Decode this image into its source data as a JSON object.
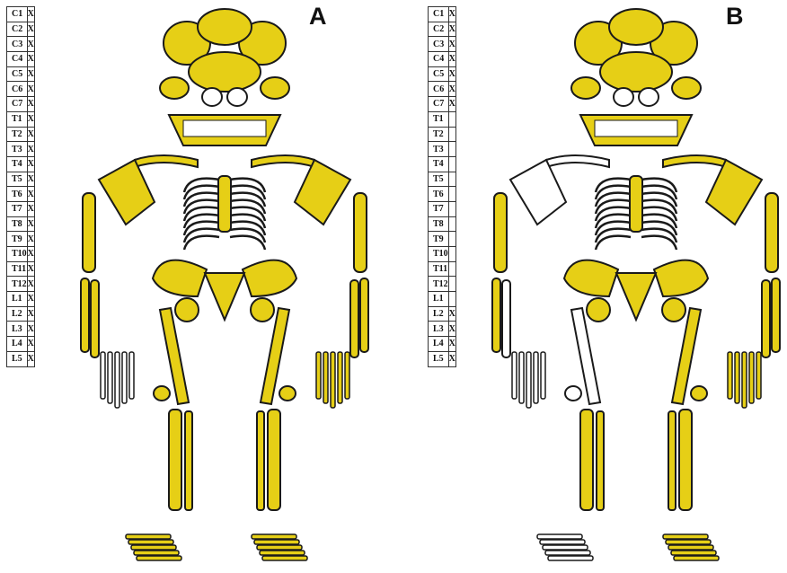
{
  "colors": {
    "present": "#e6cf16",
    "absent": "#ffffff",
    "outline": "#1a1a1a"
  },
  "panels": [
    {
      "label": "A",
      "vertebrae": [
        {
          "level": "C1",
          "mark": "X"
        },
        {
          "level": "C2",
          "mark": "X"
        },
        {
          "level": "C3",
          "mark": "X"
        },
        {
          "level": "C4",
          "mark": "X"
        },
        {
          "level": "C5",
          "mark": "X"
        },
        {
          "level": "C6",
          "mark": "X"
        },
        {
          "level": "C7",
          "mark": "X"
        },
        {
          "level": "T1",
          "mark": "X"
        },
        {
          "level": "T2",
          "mark": "X"
        },
        {
          "level": "T3",
          "mark": "X"
        },
        {
          "level": "T4",
          "mark": "X"
        },
        {
          "level": "T5",
          "mark": "X"
        },
        {
          "level": "T6",
          "mark": "X"
        },
        {
          "level": "T7",
          "mark": "X"
        },
        {
          "level": "T8",
          "mark": "X"
        },
        {
          "level": "T9",
          "mark": "X"
        },
        {
          "level": "T10",
          "mark": "X"
        },
        {
          "level": "T11",
          "mark": "X"
        },
        {
          "level": "T12",
          "mark": "X"
        },
        {
          "level": "L1",
          "mark": "X"
        },
        {
          "level": "L2",
          "mark": "X"
        },
        {
          "level": "L3",
          "mark": "X"
        },
        {
          "level": "L4",
          "mark": "X"
        },
        {
          "level": "L5",
          "mark": "X"
        }
      ],
      "bones": {
        "skull": "present",
        "mandible": "present",
        "clavicle_left": "present",
        "clavicle_right": "present",
        "scapula_left": "present",
        "scapula_right": "present",
        "sternum": "present",
        "ribs": "absent",
        "humerus_left": "present",
        "humerus_right": "present",
        "radius_left": "present",
        "ulna_left": "present",
        "radius_right": "present",
        "ulna_right": "present",
        "ilium_left": "present",
        "ilium_right": "present",
        "ischium_left": "present",
        "ischium_right": "present",
        "sacrum": "present",
        "femur_left": "present",
        "femur_right": "present",
        "patella_left": "present",
        "patella_right": "present",
        "tibia_left": "present",
        "tibia_right": "present",
        "fibula_left": "present",
        "fibula_right": "present",
        "hand_left": "absent",
        "hand_right": "partial",
        "foot_left": "partial",
        "foot_right": "partial"
      }
    },
    {
      "label": "B",
      "vertebrae": [
        {
          "level": "C1",
          "mark": "X"
        },
        {
          "level": "C2",
          "mark": "X"
        },
        {
          "level": "C3",
          "mark": "X"
        },
        {
          "level": "C4",
          "mark": "X"
        },
        {
          "level": "C5",
          "mark": "X"
        },
        {
          "level": "C6",
          "mark": "X"
        },
        {
          "level": "C7",
          "mark": "X"
        },
        {
          "level": "T1",
          "mark": ""
        },
        {
          "level": "T2",
          "mark": ""
        },
        {
          "level": "T3",
          "mark": ""
        },
        {
          "level": "T4",
          "mark": ""
        },
        {
          "level": "T5",
          "mark": ""
        },
        {
          "level": "T6",
          "mark": ""
        },
        {
          "level": "T7",
          "mark": ""
        },
        {
          "level": "T8",
          "mark": ""
        },
        {
          "level": "T9",
          "mark": ""
        },
        {
          "level": "T10",
          "mark": ""
        },
        {
          "level": "T11",
          "mark": ""
        },
        {
          "level": "T12",
          "mark": ""
        },
        {
          "level": "L1",
          "mark": ""
        },
        {
          "level": "L2",
          "mark": "X"
        },
        {
          "level": "L3",
          "mark": "X"
        },
        {
          "level": "L4",
          "mark": "X"
        },
        {
          "level": "L5",
          "mark": "X"
        }
      ],
      "bones": {
        "skull": "present",
        "mandible": "present",
        "clavicle_left": "absent",
        "clavicle_right": "present",
        "scapula_left": "absent",
        "scapula_right": "present",
        "sternum": "present",
        "ribs": "absent",
        "humerus_left": "present",
        "humerus_right": "present",
        "radius_left": "present",
        "ulna_left": "absent",
        "radius_right": "present",
        "ulna_right": "present",
        "ilium_left": "partial",
        "ilium_right": "present",
        "ischium_left": "present",
        "ischium_right": "present",
        "sacrum": "present",
        "femur_left": "absent",
        "femur_right": "present",
        "patella_left": "absent",
        "patella_right": "present",
        "tibia_left": "present",
        "tibia_right": "present",
        "fibula_left": "present",
        "fibula_right": "present",
        "hand_left": "absent",
        "hand_right": "partial",
        "foot_left": "absent",
        "foot_right": "partial"
      }
    }
  ]
}
